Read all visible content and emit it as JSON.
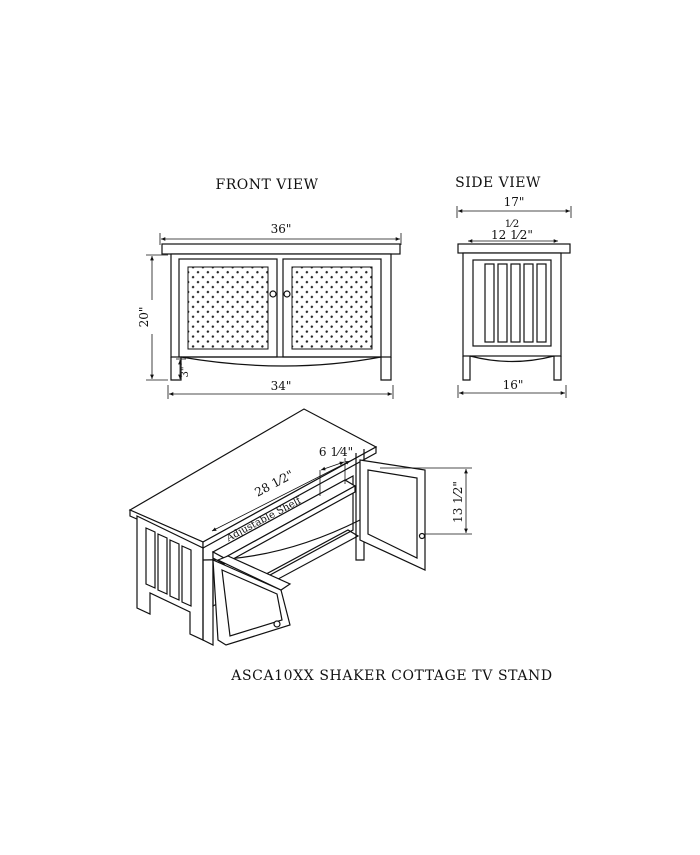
{
  "views": {
    "front_title": "FRONT VIEW",
    "side_title": "SIDE VIEW"
  },
  "dimensions": {
    "front_width_top": "36\"",
    "front_height": "20\"",
    "front_leg": "3\"",
    "front_width_bottom": "34\"",
    "side_depth_top": "17\"",
    "side_inner_fraction": "1⁄2",
    "side_inner": "12 1⁄2\"",
    "side_depth_bottom": "16\"",
    "iso_length": "28 1⁄2\"",
    "iso_shelf_depth": "6 1⁄4\"",
    "iso_door_height": "13 1⁄2\""
  },
  "annotations": {
    "shelf_label": "Adjustable Shelf"
  },
  "caption": "ASCA10XX SHAKER COTTAGE TV STAND"
}
